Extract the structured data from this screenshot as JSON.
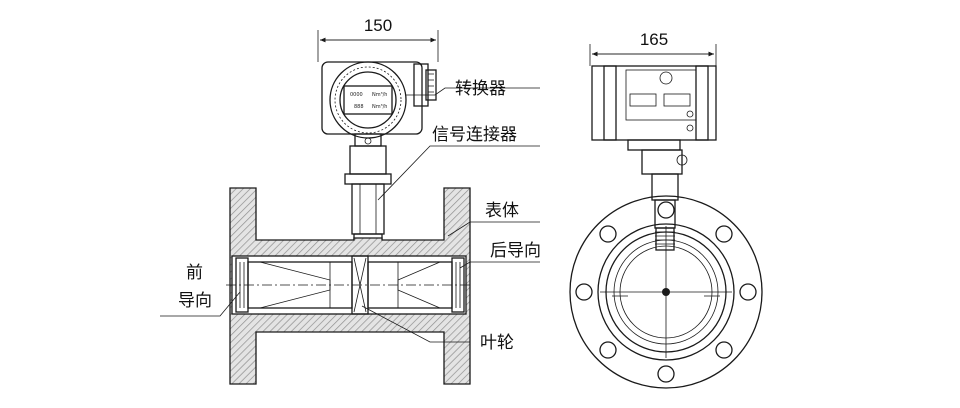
{
  "dimensions": {
    "left_width": "150",
    "right_width": "165"
  },
  "callouts": {
    "converter": "转换器",
    "signal_connector": "信号连接器",
    "body": "表体",
    "rear_guide": "后导向",
    "front_guide_line1": "前",
    "front_guide_line2": "导向",
    "impeller": "叶轮"
  },
  "display": {
    "line1": "0000",
    "unit1": "Nm³/h",
    "line2": "888",
    "unit2": "Nm³/h"
  },
  "colors": {
    "hatch": "#8f8f8f",
    "body_fill": "#d9d9d9",
    "line": "#1a1a1a"
  }
}
